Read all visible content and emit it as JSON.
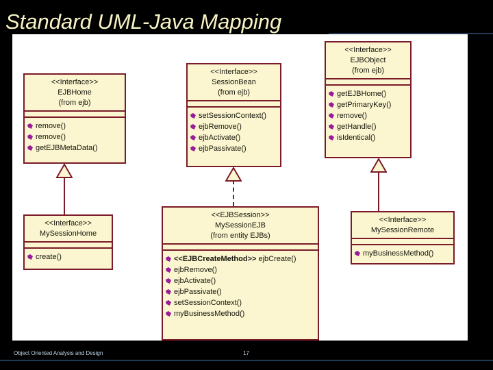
{
  "slide": {
    "title": "Standard UML-Java Mapping",
    "title_color": "#F7F3C4",
    "background_color": "#000000",
    "canvas_color": "#FFFFFF",
    "accent_rule_color": "#1d3a57"
  },
  "style": {
    "box_fill": "#FBF6D0",
    "box_border": "#7B1A28",
    "method_bullet_color": "#9B1C9B",
    "text_color": "#16160C"
  },
  "footer": {
    "course": "Object Oriented Analysis and Design",
    "page": "17"
  },
  "diagram": {
    "type": "uml-class-diagram",
    "classes": [
      {
        "id": "ejbhome",
        "stereotype": "<<Interface>>",
        "name": "EJBHome",
        "package": "(from ejb)",
        "attributes": [],
        "operations": [
          "remove()",
          "remove()",
          "getEJBMetaData()"
        ]
      },
      {
        "id": "sessionbean",
        "stereotype": "<<Interface>>",
        "name": "SessionBean",
        "package": "(from ejb)",
        "attributes": [],
        "operations": [
          "setSessionContext()",
          "ejbRemove()",
          "ejbActivate()",
          "ejbPassivate()"
        ]
      },
      {
        "id": "ejbobject",
        "stereotype": "<<Interface>>",
        "name": "EJBObject",
        "package": "(from ejb)",
        "attributes": [],
        "operations": [
          "getEJBHome()",
          "getPrimaryKey()",
          "remove()",
          "getHandle()",
          "isIdentical()"
        ]
      },
      {
        "id": "mysessionhome",
        "stereotype": "<<Interface>>",
        "name": "MySessionHome",
        "package": "",
        "attributes": [],
        "operations": [
          "create()"
        ]
      },
      {
        "id": "mysessionejb",
        "stereotype": "<<EJBSession>>",
        "name": "MySessionEJB",
        "package": "(from entity EJBs)",
        "attributes": [],
        "operations_html": [
          "<b>&lt;&lt;EJBCreateMethod&gt;&gt;</b> ejbCreate()",
          "ejbRemove()",
          "ejbActivate()",
          "ejbPassivate()",
          "setSessionContext()",
          "myBusinessMethod()"
        ]
      },
      {
        "id": "mysessionremote",
        "stereotype": "<<Interface>>",
        "name": "MySessionRemote",
        "package": "",
        "attributes": [],
        "operations": [
          "myBusinessMethod()"
        ]
      }
    ],
    "relationships": [
      {
        "from": "mysessionhome",
        "to": "ejbhome",
        "kind": "generalization",
        "line": "solid",
        "arrow": "hollow-triangle"
      },
      {
        "from": "mysessionejb",
        "to": "sessionbean",
        "kind": "realization",
        "line": "dashed",
        "arrow": "hollow-triangle"
      },
      {
        "from": "mysessionremote",
        "to": "ejbobject",
        "kind": "generalization",
        "line": "solid",
        "arrow": "hollow-triangle"
      }
    ]
  }
}
